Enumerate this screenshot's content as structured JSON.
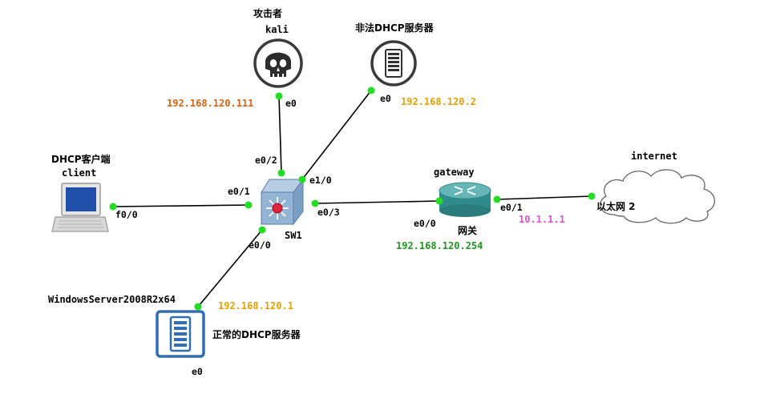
{
  "colors": {
    "link": "#000000",
    "port_dot": "#22dd22",
    "ip_attacker": "#e06010",
    "ip_rogue": "#e8a000",
    "ip_gateway": "#1a9a1a",
    "ip_internet": "#e050d0",
    "ip_legit": "#e8a000"
  },
  "nodes": {
    "kali": {
      "role": "攻击者",
      "name": "kali",
      "ip": "192.168.120.111",
      "port": "e0",
      "icon": "skull-icon"
    },
    "rogue_dhcp": {
      "name": "非法DHCP服务器",
      "ip": "192.168.120.2",
      "port": "e0",
      "icon": "server-icon"
    },
    "client": {
      "role": "DHCP客户端",
      "name": "client",
      "port": "f0/0",
      "icon": "laptop-icon"
    },
    "switch": {
      "name": "SW1",
      "icon": "switch-icon",
      "ports": {
        "e0_2": "e0/2",
        "e1_0": "e1/0",
        "e0_1": "e0/1",
        "e0_3": "e0/3",
        "e0_0": "e0/0"
      }
    },
    "gateway": {
      "name": "gateway",
      "role": "网关",
      "ip": "192.168.120.254",
      "port_in": "e0/0",
      "port_out": "e0/1",
      "ip_out": "10.1.1.1",
      "icon": "router-icon"
    },
    "internet": {
      "name": "internet",
      "port": "以太网 2",
      "icon": "cloud-icon"
    },
    "legit_dhcp": {
      "name": "WindowsServer2008R2x64",
      "role": "正常的DHCP服务器",
      "ip": "192.168.120.1",
      "port": "e0",
      "icon": "server-icon"
    }
  }
}
